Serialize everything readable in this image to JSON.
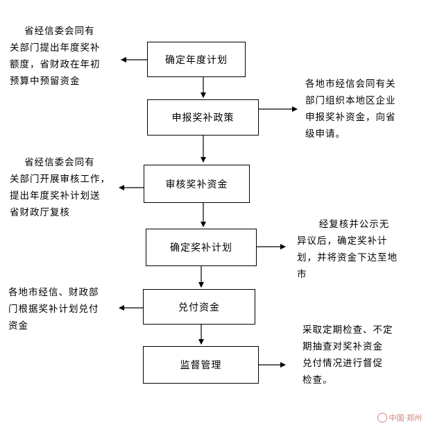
{
  "steps": [
    {
      "label": "确定年度计划"
    },
    {
      "label": "申报奖补政策"
    },
    {
      "label": "审核奖补资金"
    },
    {
      "label": "确定奖补计划"
    },
    {
      "label": "兑付资金"
    },
    {
      "label": "监督管理"
    }
  ],
  "notes": {
    "n1": [
      "    省经信委会同有",
      "关部门提出年度奖补",
      "额度，省财政在年初",
      "预算中预留资金"
    ],
    "n2": [
      "各地市经信会同有关",
      "部门组织本地区企业",
      "申报奖补资金，向省",
      "级申请。"
    ],
    "n3": [
      "    省经信委会同有",
      "关部门开展审核工作，",
      "提出年度奖补计划送",
      "省财政厅复核"
    ],
    "n4": [
      "      经复核并公示无",
      "异议后，确定奖补计",
      "划，并将资金下达至地",
      "市"
    ],
    "n5": [
      "各地市经信、财政部",
      "门根据奖补计划兑付",
      "资金"
    ],
    "n6": [
      "采取定期检查、不定",
      "期抽查对奖补资金",
      "兑付情况进行督促",
      "检查。"
    ]
  },
  "watermark": {
    "text": "中国·郑州"
  },
  "colors": {
    "line": "#000000",
    "watermark": "#c9807a"
  }
}
